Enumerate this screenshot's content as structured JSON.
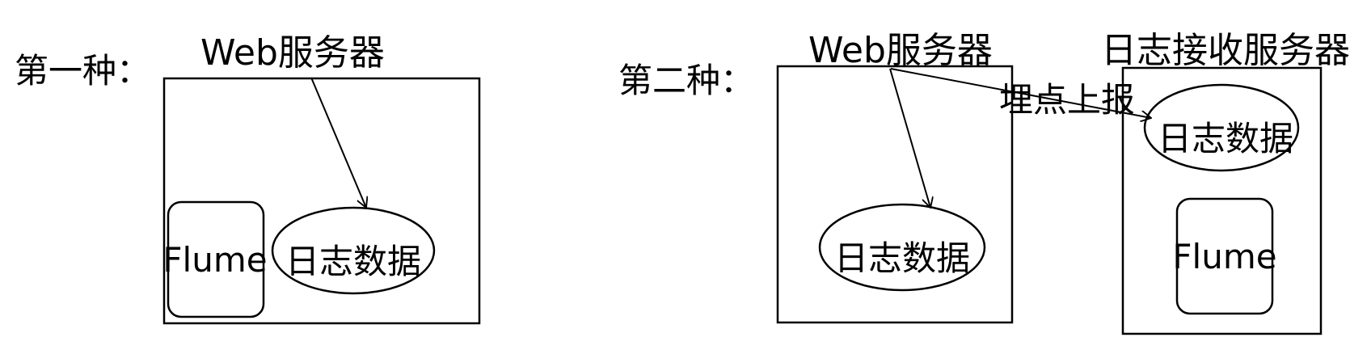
{
  "diagram": {
    "scheme1": {
      "title": "第一种：",
      "server_label": "Web服务器",
      "agent_label": "Flume",
      "log_label": "日志数据"
    },
    "scheme2": {
      "title": "第二种：",
      "web_server_label": "Web服务器",
      "log_server_label": "日志接收服务器",
      "report_label": "埋点上报",
      "web_log_label": "日志数据",
      "recv_log_label": "日志数据",
      "agent_label": "Flume"
    }
  }
}
